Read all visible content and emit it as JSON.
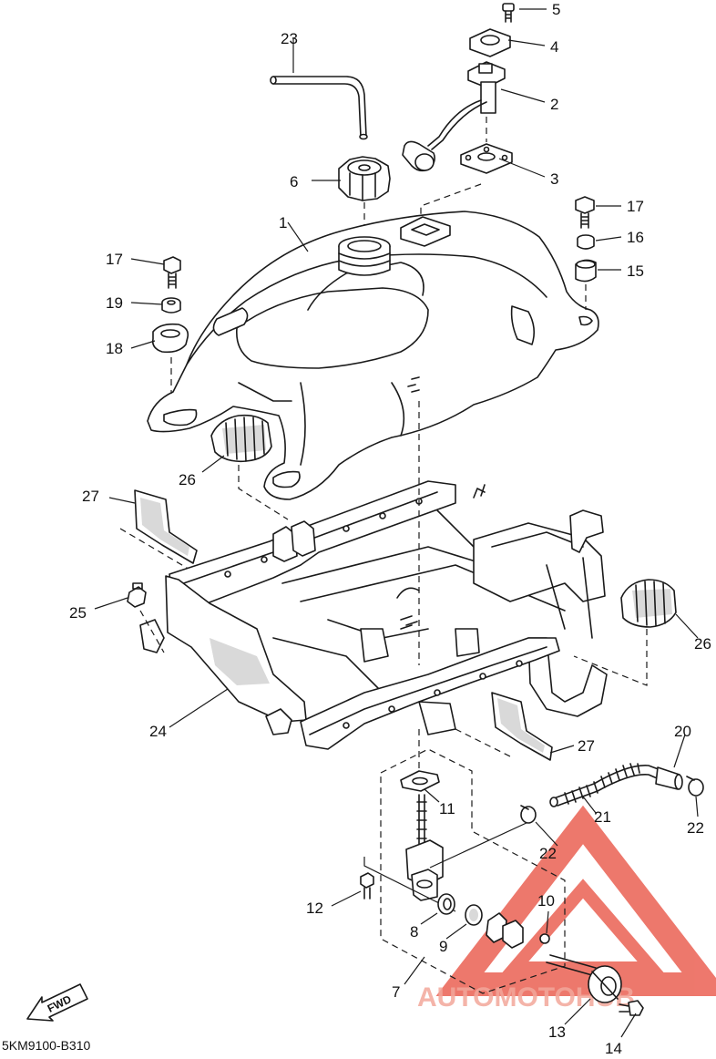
{
  "diagram": {
    "drawing_code": "5KM9100-B310",
    "fwd_marker": "FWD",
    "watermark": {
      "text": "AUTOMOTOHUB",
      "color": "#e84b3c"
    },
    "callouts": [
      {
        "id": "c1",
        "label": "1"
      },
      {
        "id": "c2",
        "label": "2"
      },
      {
        "id": "c3",
        "label": "3"
      },
      {
        "id": "c4",
        "label": "4"
      },
      {
        "id": "c5",
        "label": "5"
      },
      {
        "id": "c6",
        "label": "6"
      },
      {
        "id": "c7",
        "label": "7"
      },
      {
        "id": "c8",
        "label": "8"
      },
      {
        "id": "c9",
        "label": "9"
      },
      {
        "id": "c10",
        "label": "10"
      },
      {
        "id": "c11",
        "label": "11"
      },
      {
        "id": "c12",
        "label": "12"
      },
      {
        "id": "c13",
        "label": "13"
      },
      {
        "id": "c14",
        "label": "14"
      },
      {
        "id": "c15",
        "label": "15"
      },
      {
        "id": "c16",
        "label": "16"
      },
      {
        "id": "c17a",
        "label": "17"
      },
      {
        "id": "c17b",
        "label": "17"
      },
      {
        "id": "c18",
        "label": "18"
      },
      {
        "id": "c19",
        "label": "19"
      },
      {
        "id": "c20",
        "label": "20"
      },
      {
        "id": "c21",
        "label": "21"
      },
      {
        "id": "c22a",
        "label": "22"
      },
      {
        "id": "c22b",
        "label": "22"
      },
      {
        "id": "c23",
        "label": "23"
      },
      {
        "id": "c24",
        "label": "24"
      },
      {
        "id": "c25",
        "label": "25"
      },
      {
        "id": "c26a",
        "label": "26"
      },
      {
        "id": "c26b",
        "label": "26"
      },
      {
        "id": "c27a",
        "label": "27"
      },
      {
        "id": "c27b",
        "label": "27"
      }
    ]
  }
}
